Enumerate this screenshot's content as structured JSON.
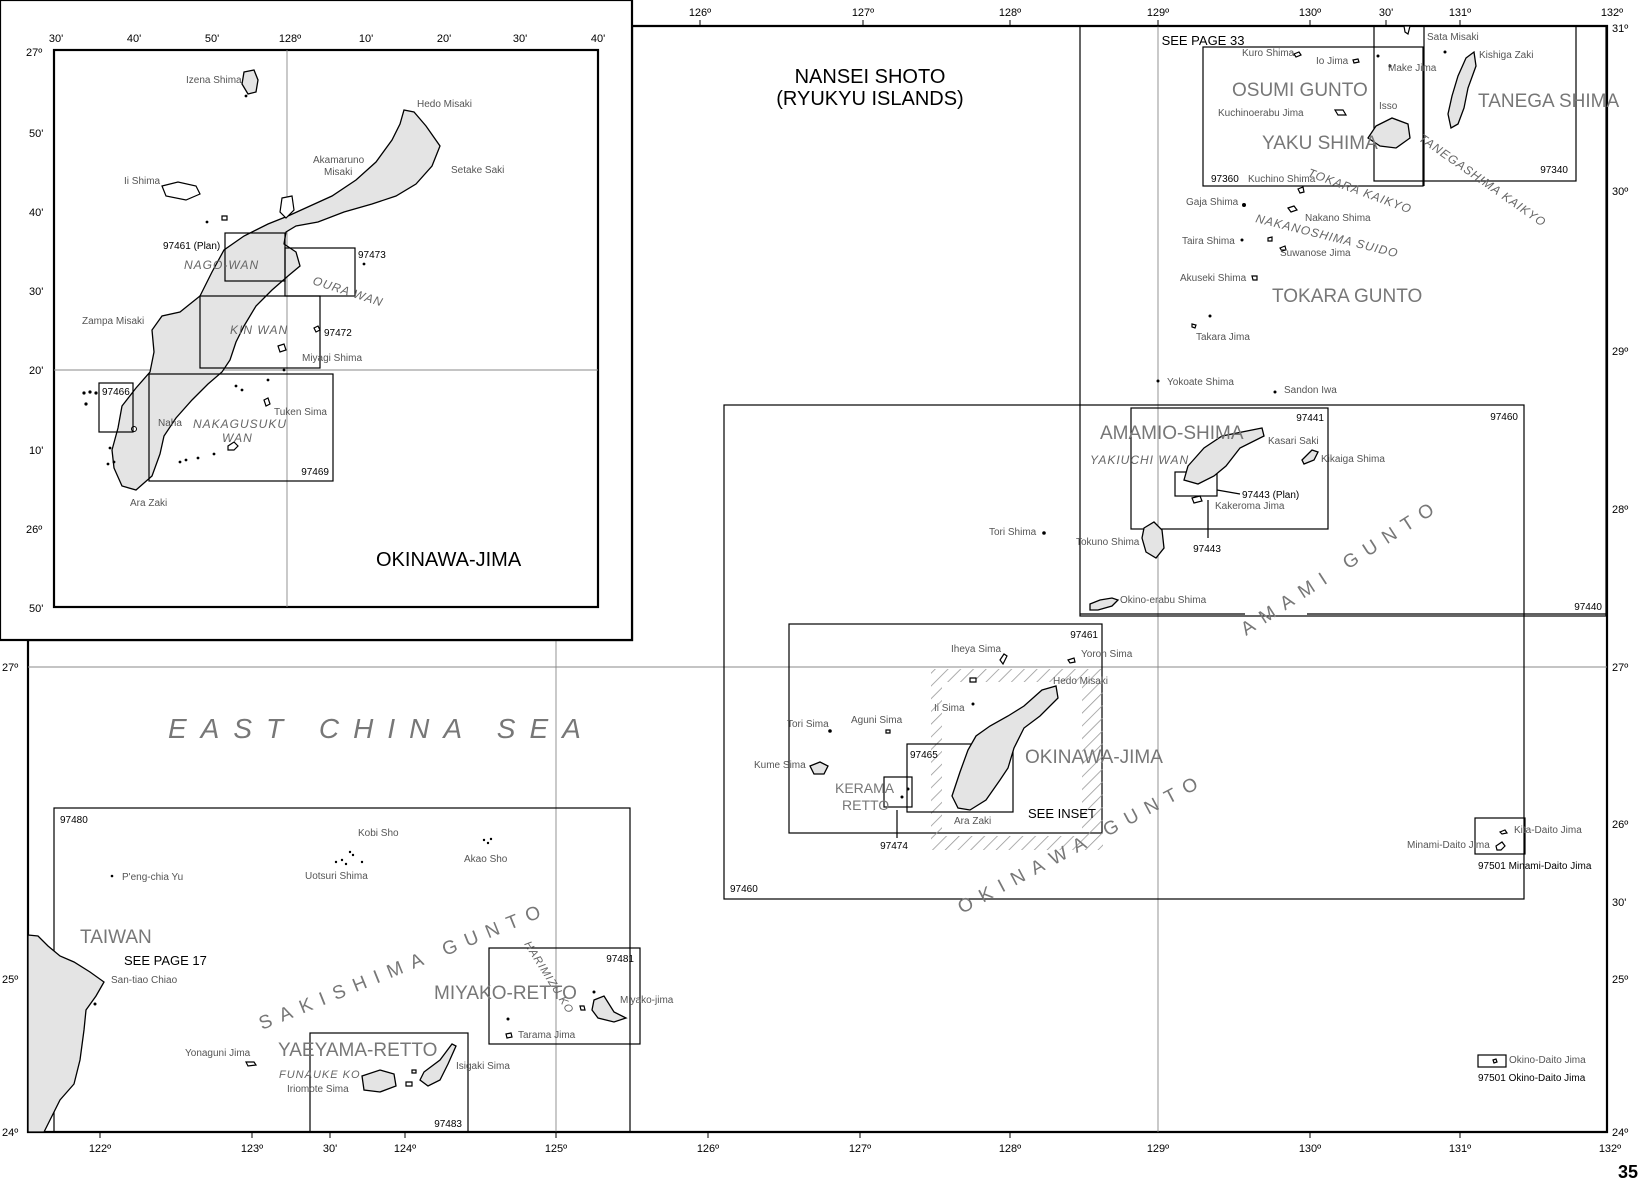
{
  "page_number": "35",
  "main_title": [
    "NANSEI SHOTO",
    "(RYUKYU ISLANDS)"
  ],
  "inset_title": "OKINAWA-JIMA",
  "colors": {
    "land": "#e4e4e4",
    "water": "#ffffff",
    "grid": "#888888",
    "frame": "#000000"
  },
  "top_ticks": [
    "126º",
    "127º",
    "128º",
    "129º",
    "130º",
    "30'",
    "131º",
    "132º"
  ],
  "bottom_ticks": [
    "122º",
    "123º",
    "30'",
    "124º",
    "125º",
    "126º",
    "127º",
    "128º",
    "129º",
    "130º",
    "131º",
    "132º"
  ],
  "right_ticks": [
    "31º",
    "30º",
    "29º",
    "28º",
    "27º",
    "26º",
    "30'",
    "25º",
    "24º"
  ],
  "left_ticks": [
    "27º",
    "25º",
    "24º"
  ],
  "inset_top_ticks": [
    "30'",
    "40'",
    "50'",
    "128º",
    "10'",
    "20'",
    "30'",
    "40'"
  ],
  "inset_left_ticks": [
    "27º",
    "50'",
    "40'",
    "30'",
    "20'",
    "10'",
    "26º",
    "50'"
  ],
  "labels": {
    "see_page_33": "SEE PAGE 33",
    "see_page_17": "SEE PAGE 17",
    "see_inset": "SEE INSET",
    "east_china_sea": "EAST CHINA SEA",
    "taiwan": "TAIWAN",
    "osumi_gunto": "OSUMI GUNTO",
    "yaku_shima": "YAKU SHIMA",
    "tanega_shima": "TANEGA SHIMA",
    "tokara_gunto": "TOKARA GUNTO",
    "amamio_shima": "AMAMIO-SHIMA",
    "amami_gunto": "AMAMI GUNTO",
    "okinawa_jima": "OKINAWA-JIMA",
    "okinawa_gunto": "OKINAWA GUNTO",
    "kerama": "KERAMA",
    "retto": "RETTO",
    "sakishima_gunto": "SAKISHIMA GUNTO",
    "miyako_retto": "MIYAKO-RETTO",
    "yaeyama_retto": "YAEYAMA-RETTO",
    "tokara_kaikyo": "TOKARA KAIKYO",
    "tanegashima_kaikyo": "TANEGASHIMA KAIKYO",
    "nakanoshima_suido": "NAKANOSHIMA SUIDO",
    "yakiuchi_wan": "YAKIUCHI WAN",
    "harimizu_ko": "HARIMIZU KO",
    "funauke_ko": "FUNAUKE KO",
    "nago_wan": "NAGO-WAN",
    "oura_wan": "OURA WAN",
    "kin_wan": "KIN WAN",
    "nakagusuku": "NAKAGUSUKU",
    "wan": "WAN"
  },
  "places": {
    "kuro_shima": "Kuro Shima",
    "io_jima": "Io Jima",
    "sata_misaki": "Sata Misaki",
    "kishiga_zaki": "Kishiga Zaki",
    "make_jima": "Make Jima",
    "kuchinoerabu": "Kuchinoerabu Jima",
    "isso": "Isso",
    "kuchino_shima": "Kuchino Shima",
    "gaja_shima": "Gaja Shima",
    "nakano_shima": "Nakano Shima",
    "taira_shima": "Taira Shima",
    "suwanose": "Suwanose Jima",
    "akuseki": "Akuseki Shima",
    "takara_jima": "Takara Jima",
    "yokoate": "Yokoate Shima",
    "sandon_iwa": "Sandon Iwa",
    "kasari_saki": "Kasari Saki",
    "kikaiga": "Kikaiga Shima",
    "kakeroma": "Kakeroma Jima",
    "tori_shima_n": "Tori Shima",
    "tokuno": "Tokuno Shima",
    "okino_erabu": "Okino-erabu Shima",
    "iheya": "Iheya Sima",
    "yoron": "Yoron Sima",
    "hedo_misaki": "Hedo Misaki",
    "ii_sima": "Ii Sima",
    "tori_sima": "Tori Sima",
    "aguni": "Aguni Sima",
    "kume": "Kume Sima",
    "ara_zaki": "Ara Zaki",
    "kita_daito": "Kita-Daito Jima",
    "minami_daito": "Minami-Daito Jima",
    "okino_daito": "Okino-Daito Jima",
    "kobi_sho": "Kobi Sho",
    "akao_sho": "Akao Sho",
    "uotsuri": "Uotsuri Shima",
    "pengchia": "P'eng-chia Yu",
    "santiao": "San-tiao Chiao",
    "miyako_jima": "Miyako-jima",
    "tarama": "Tarama Jima",
    "yonaguni": "Yonaguni Jima",
    "isigaki": "Isigaki Sima",
    "iriomote": "Iriomote Sima",
    "izena": "Izena Shima",
    "hedo_misaki_i": "Hedo Misaki",
    "akamaruno": "Akamaruno",
    "misaki": "Misaki",
    "setake": "Setake Saki",
    "ii_shima_i": "Ii Shima",
    "zampa": "Zampa Misaki",
    "miyagi": "Miyagi Shima",
    "naha": "Naha",
    "tuken": "Tuken Sima",
    "ara_zaki_i": "Ara Zaki"
  },
  "charts": {
    "c97360": "97360",
    "c97340": "97340",
    "c97441": "97441",
    "c97460a": "97460",
    "c97443plan": "97443 (Plan)",
    "c97443": "97443",
    "c97440": "97440",
    "c97461": "97461",
    "c97465": "97465",
    "c97474": "97474",
    "c97460b": "97460",
    "c97501a": "97501 Minami-Daito Jima",
    "c97501b": "97501 Okino-Daito Jima",
    "c97480": "97480",
    "c97481": "97481",
    "c97483": "97483",
    "i97461plan": "97461 (Plan)",
    "i97473": "97473",
    "i97472": "97472",
    "i97466": "97466",
    "i97469": "97469"
  }
}
